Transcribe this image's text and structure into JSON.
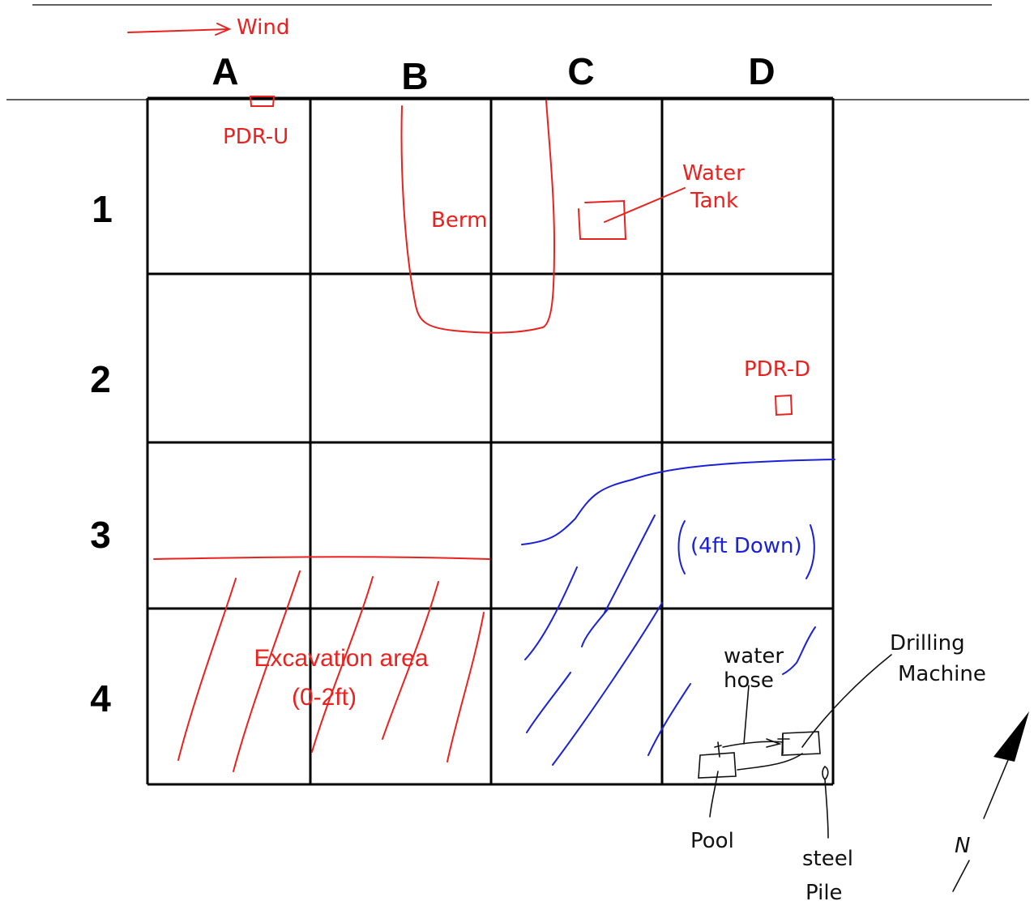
{
  "wind": {
    "label": "Wind"
  },
  "columns": [
    "A",
    "B",
    "C",
    "D"
  ],
  "rows": [
    "1",
    "2",
    "3",
    "4"
  ],
  "annotations": {
    "pdr_u": "PDR-U",
    "berm": "Berm",
    "water_tank_line1": "Water",
    "water_tank_line2": "Tank",
    "pdr_d": "PDR-D",
    "four_ft_down": "(4ft Down)",
    "excavation_line1": "Excavation area",
    "excavation_line2": "(0-2ft)",
    "water_hose_line1": "water",
    "water_hose_line2": "hose",
    "drilling_line1": "Drilling",
    "drilling_line2": "Machine",
    "pool": "Pool",
    "steel_pile_line1": "steel",
    "steel_pile_line2": "Pile",
    "north": "N"
  },
  "colors": {
    "red_ink": "#e8221f",
    "blue_ink": "#1a21d6",
    "black_ink": "#111111",
    "grid": "#000000"
  },
  "icons": {
    "wind_arrow": "right-arrow",
    "north_arrow": "north-arrow"
  }
}
